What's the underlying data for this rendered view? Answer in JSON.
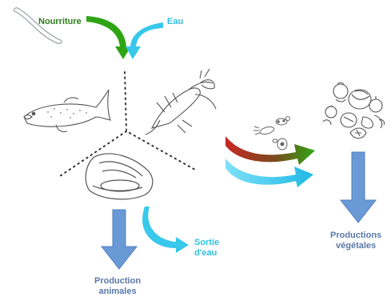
{
  "labels": {
    "food": "Nourriture",
    "water": "Eau",
    "water_out_line1": "Sortie",
    "water_out_line2": "d'eau",
    "animal_line1": "Production",
    "animal_line2": "animales",
    "plant_line1": "Productions",
    "plant_line2": "végétales"
  },
  "icons": {
    "worm": "worm-icon",
    "fish": "trout-icon",
    "crayfish": "crayfish-icon",
    "mussel": "mussel-icon",
    "microbes": "microorganisms-icon",
    "vegetables": "vegetables-icon"
  },
  "colors": {
    "green_arrow": "#2fa516",
    "cyan_arrow": "#38c8ec",
    "big_arrow": "#6a9ad6",
    "red_arrow": "#c62828",
    "food_text": "#2a7d1a",
    "water_text": "#2fc0e0",
    "production_text": "#5a78a8"
  }
}
